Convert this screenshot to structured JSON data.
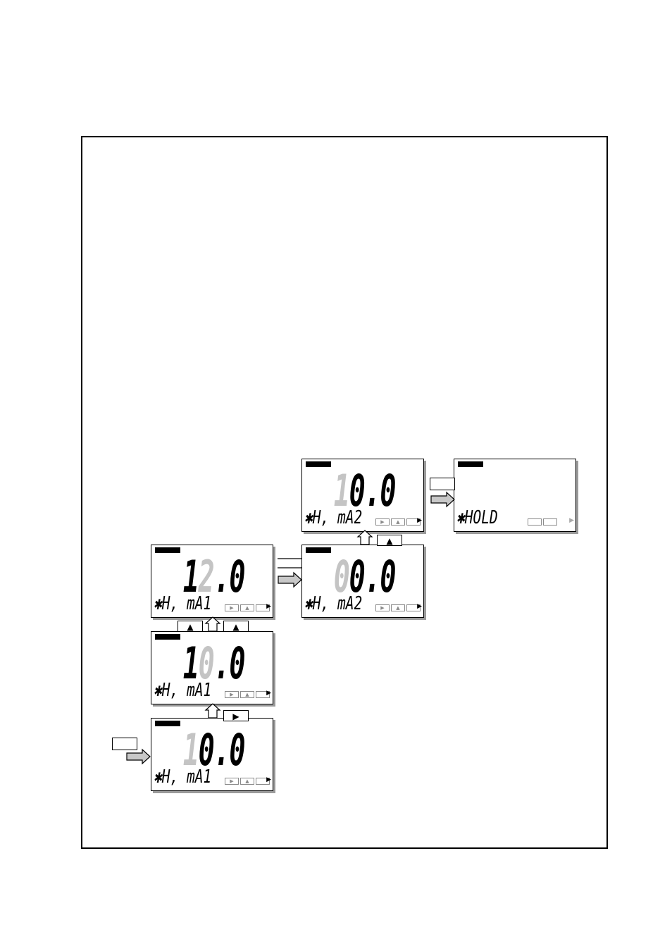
{
  "keys": {
    "up": "▲",
    "right": "▶",
    "pointer": "▶"
  },
  "displays": [
    {
      "id": "d1",
      "value_dim": "1",
      "value": "0.0",
      "label": "✱H, mA1"
    },
    {
      "id": "d2",
      "value_pre": "1",
      "value_dim": "0",
      "value": ".0",
      "label": "✱H, mA1"
    },
    {
      "id": "d3",
      "value_pre": "1",
      "value_dim": "2",
      "value": ".0",
      "label": "✱H, mA1"
    },
    {
      "id": "d4",
      "value_dim": "0",
      "value": "0.0",
      "label": "✱H, mA2"
    },
    {
      "id": "d5",
      "value_dim": "1",
      "value": "0.0",
      "label": "✱H, mA2"
    },
    {
      "id": "d6",
      "label": "✱HOLD"
    }
  ]
}
